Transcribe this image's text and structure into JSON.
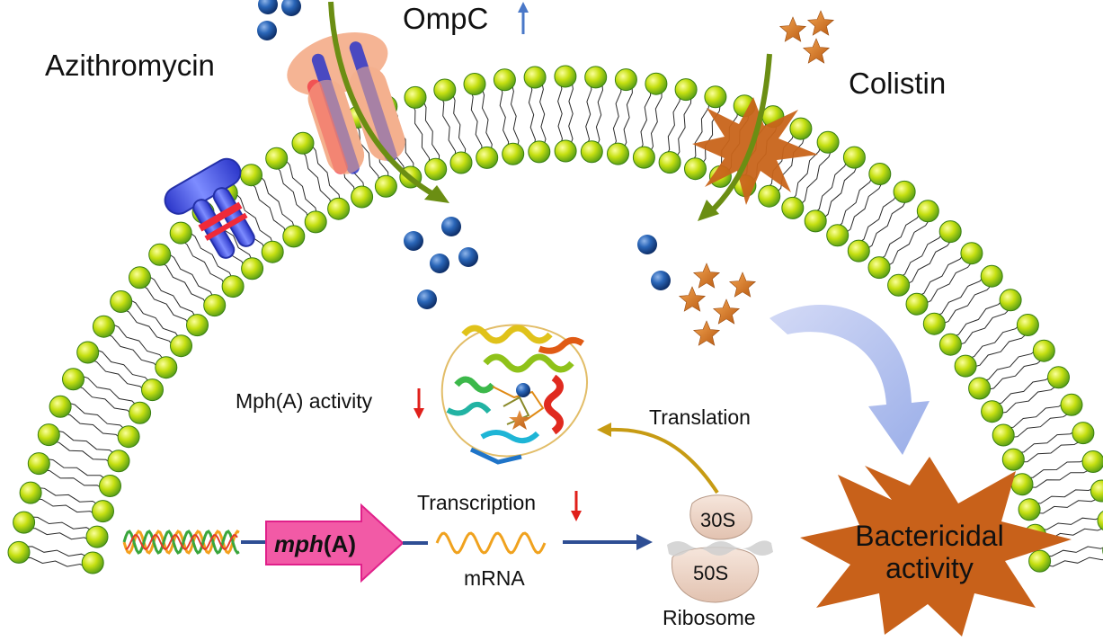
{
  "labels": {
    "azithromycin": "Azithromycin",
    "ompc": "OmpC",
    "colistin": "Colistin",
    "mph_activity": "Mph(A) activity",
    "translation": "Translation",
    "transcription": "Transcription",
    "mrna": "mRNA",
    "ribosome": "Ribosome",
    "subunit_30s": "30S",
    "subunit_50s": "50S",
    "gene_italic": "mph",
    "gene_rest": "(A)",
    "bactericidal_line1": "Bactericidal",
    "bactericidal_line2": "activity"
  },
  "indicators": {
    "ompc": "up",
    "mph_activity": "down",
    "transcription": "down"
  },
  "colors": {
    "lipid_head": "#b5d60c",
    "lipid_head_edge": "#3a7f12",
    "transporter_body": "#4b5cf2",
    "transporter_band": "#ef2a39",
    "porin": "#f4b08e",
    "drug_sphere": "#1f5aa6",
    "colistin_star": "#c8641a",
    "insertion_arrow": "#6b8e13",
    "up_arrow": "#4a78c8",
    "down_arrow": "#e0201b",
    "flow_arrow": "#2e4e94",
    "translation_arrow": "#c79b13",
    "gene_box": "#f25aa6",
    "mrna": "#f0a21e",
    "bactericidal_burst": "#c8611a",
    "ribosome": "#f3ddd0"
  }
}
